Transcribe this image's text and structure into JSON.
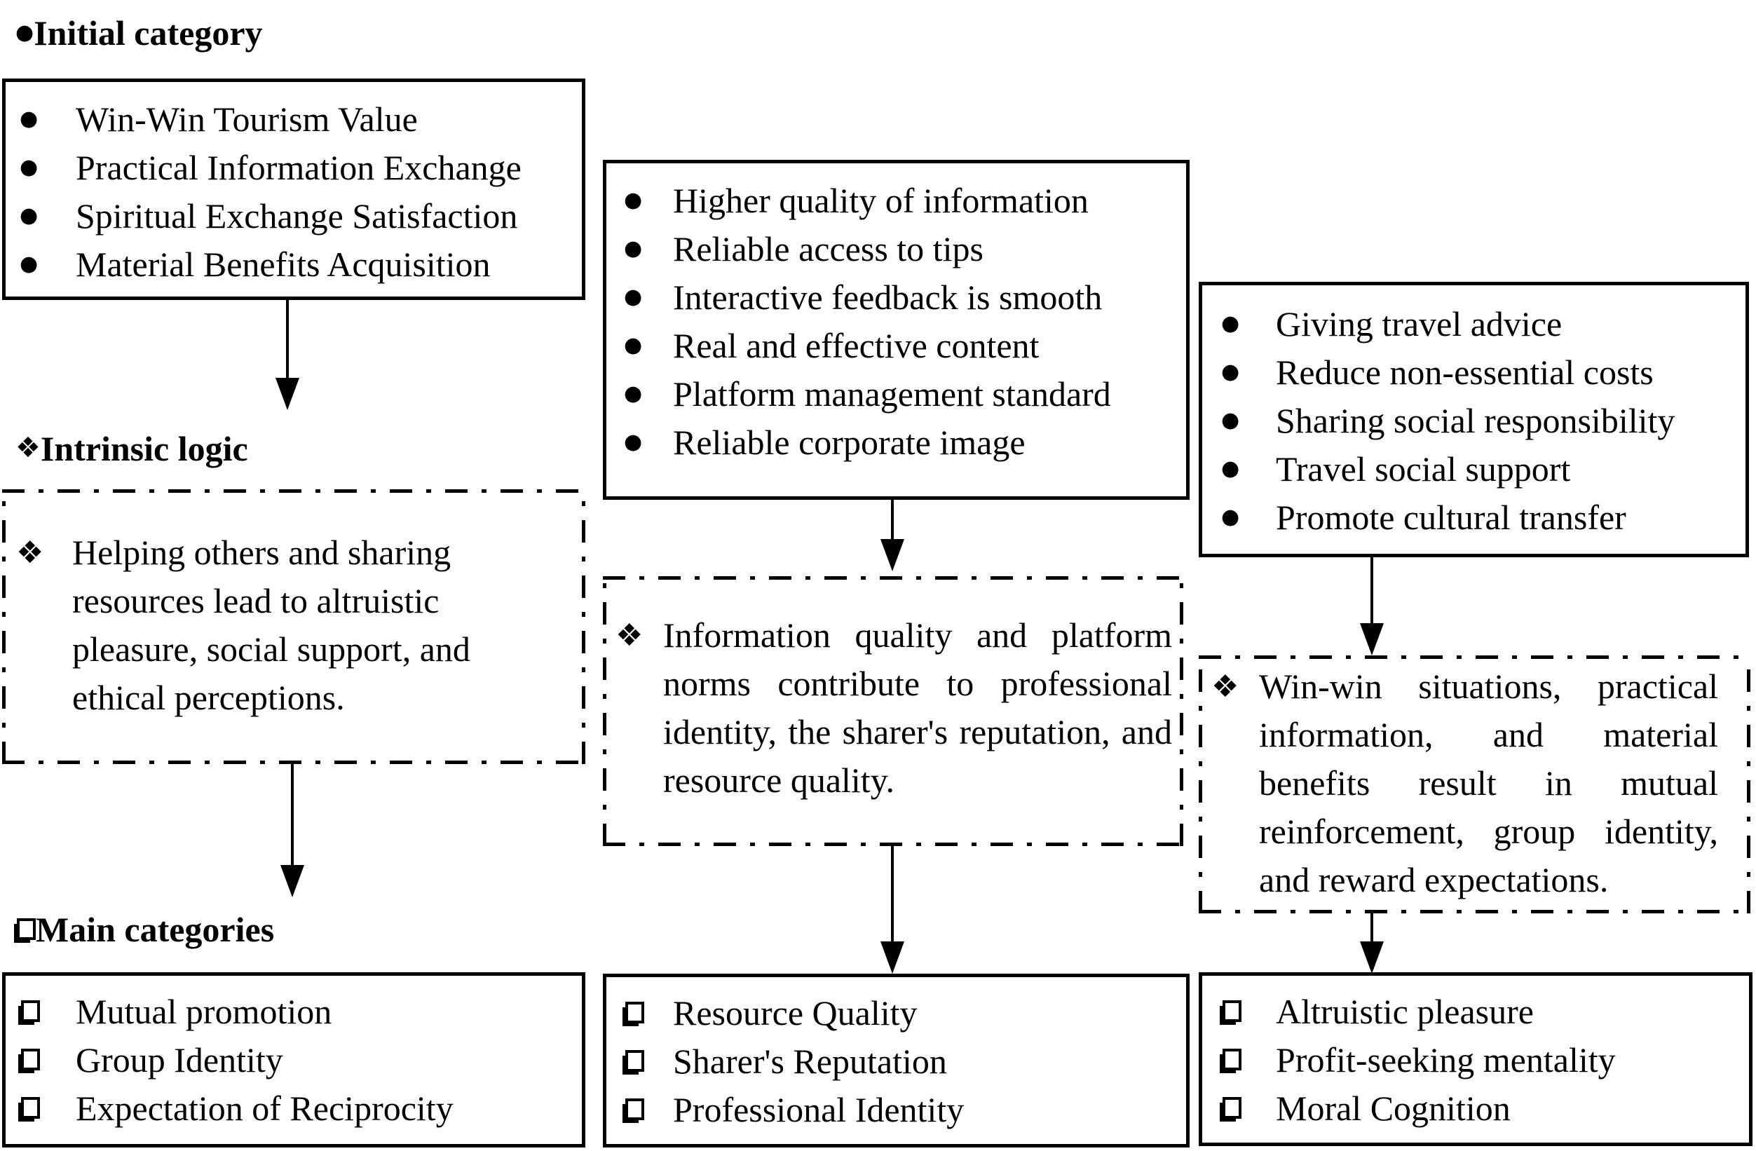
{
  "glyphs": {
    "bullet": "●",
    "diamond": "❖"
  },
  "headings": {
    "initial": "Initial category",
    "intrinsic": "Intrinsic logic",
    "main": "Main categories"
  },
  "columns": {
    "left": {
      "initial_items": [
        "Win-Win Tourism Value",
        "Practical Information Exchange",
        "Spiritual Exchange Satisfaction",
        "Material Benefits Acquisition"
      ],
      "logic_text": "Helping others and sharing resources lead to altruistic pleasure, social support, and ethical perceptions.",
      "main_items": [
        "Mutual promotion",
        "Group Identity",
        "Expectation of Reciprocity"
      ]
    },
    "middle": {
      "initial_items": [
        "Higher quality of information",
        "Reliable access to tips",
        "Interactive feedback is smooth",
        "Real and effective content",
        "Platform management standard",
        "Reliable corporate image"
      ],
      "logic_text": "Information quality and platform norms contribute to professional identity, the sharer's reputation, and resource quality.",
      "main_items": [
        "Resource Quality",
        "Sharer's Reputation",
        "Professional Identity"
      ]
    },
    "right": {
      "initial_items": [
        "Giving travel advice",
        "Reduce non-essential costs",
        "Sharing social responsibility",
        "Travel social support",
        "Promote cultural transfer"
      ],
      "logic_text": "Win-win situations, practical information, and material benefits result in mutual reinforcement, group identity, and reward expectations.",
      "main_items": [
        "Altruistic pleasure",
        "Profit-seeking mentality",
        "Moral Cognition"
      ]
    }
  },
  "colors": {
    "ink": "#000000",
    "background": "#ffffff"
  }
}
